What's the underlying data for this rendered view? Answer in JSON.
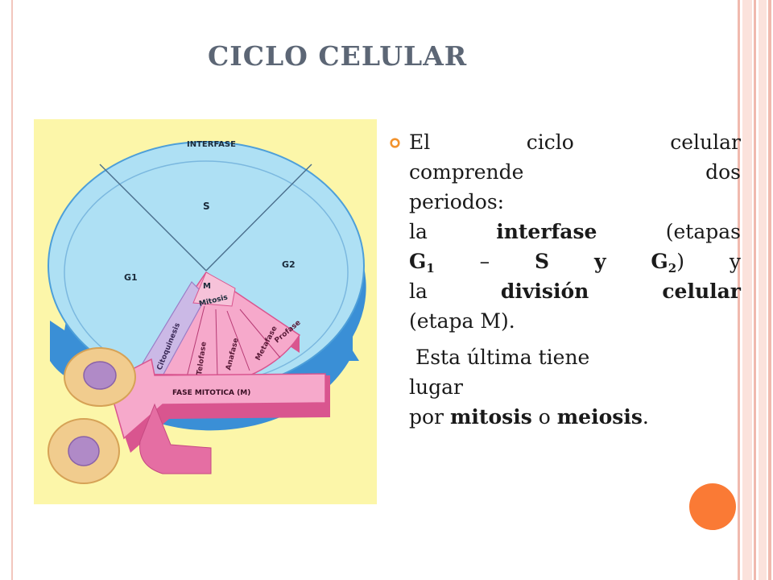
{
  "slide": {
    "title": "CICLO CELULAR"
  },
  "figure": {
    "labels": {
      "interfase": "INTERFASE",
      "s": "S",
      "g1": "G1",
      "g2": "G2",
      "m": "M",
      "mitosis": "Mitosis",
      "citoquinesis": "Citoquinesis",
      "telofase": "Telofase",
      "anafase": "Anafase",
      "metafase": "Metafase",
      "profase": "Profase",
      "fase_mitotica": "FASE MITOTICA (M)"
    },
    "colors": {
      "background": "#fcf6a9",
      "interphase": "#aee0f4",
      "interphase_edge": "#3a8fd6",
      "mitotic": "#f6a9cb",
      "mitotic_edge": "#d9558f",
      "cytokinesis": "#cbb9e6",
      "cell_body": "#f1cc8e",
      "cell_nucleus": "#b08ac7"
    }
  },
  "text": {
    "p1": {
      "w1": "El",
      "w2": "ciclo",
      "w3": "celular",
      "w4": "comprende",
      "w5": "dos",
      "w6": "periodos:",
      "w7": "la",
      "w8": "interfase",
      "w9": "(etapas",
      "g": "G",
      "g1_sub": "1",
      "dash": "–",
      "s": "S",
      "y": "y",
      "g2_sub": "2",
      "paren_close": ")",
      "y2": "y",
      "w10": "la",
      "w11": "división",
      "w12": "celular",
      "w13": "(etapa M)."
    },
    "p2": {
      "line1": " Esta última tiene",
      "line2": "lugar",
      "line3_pre": "por ",
      "mitosis": "mitosis",
      "o": " o ",
      "meiosis": "meiosis",
      "period": "."
    }
  },
  "decor": {
    "accent": "#fa7a35",
    "stripe_color": "#f0b9ae"
  }
}
